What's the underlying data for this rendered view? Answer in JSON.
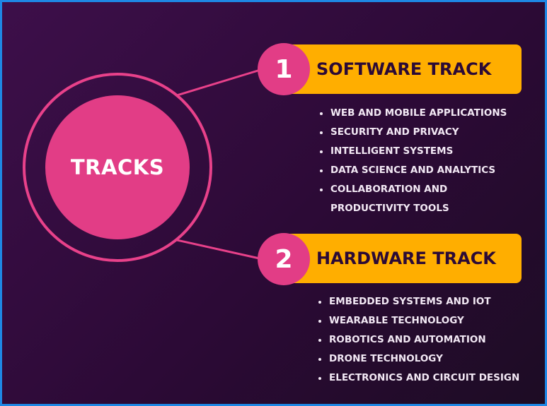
{
  "hub": {
    "label": "TRACKS"
  },
  "tracks": [
    {
      "number": "1",
      "title": "SOFTWARE TRACK",
      "items": [
        "WEB AND MOBILE APPLICATIONS",
        "SECURITY AND PRIVACY",
        "INTELLIGENT SYSTEMS",
        "DATA SCIENCE AND ANALYTICS",
        "COLLABORATION AND",
        "PRODUCTIVITY TOOLS"
      ]
    },
    {
      "number": "2",
      "title": "HARDWARE TRACK",
      "items": [
        "EMBEDDED SYSTEMS AND IOT",
        "WEARABLE TECHNOLOGY",
        "ROBOTICS AND AUTOMATION",
        "DRONE TECHNOLOGY",
        "ELECTRONICS AND CIRCUIT DESIGN"
      ]
    }
  ],
  "colors": {
    "background": "#2c0a36",
    "accent_pink": "#e23d86",
    "banner_orange": "#ffae00",
    "frame_border": "#1e88e5"
  }
}
